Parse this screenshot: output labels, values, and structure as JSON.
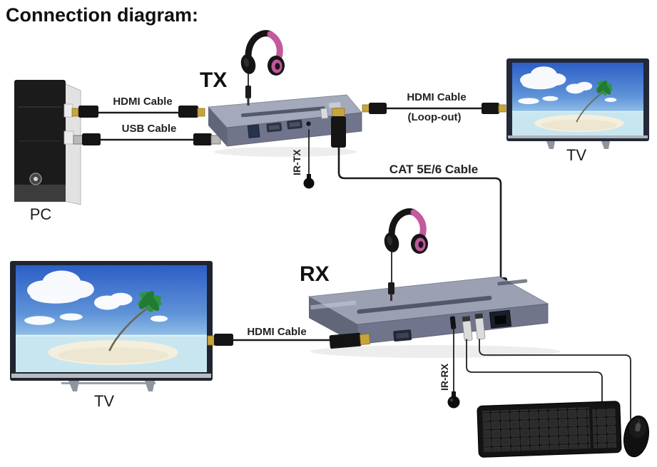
{
  "title": "Connection diagram:",
  "devices": {
    "pc": {
      "label": "PC"
    },
    "tx": {
      "label": "TX"
    },
    "rx": {
      "label": "RX"
    },
    "tv_right": {
      "label": "TV"
    },
    "tv_left": {
      "label": "TV"
    }
  },
  "cables": {
    "hdmi_pc_tx": {
      "label": "HDMI Cable"
    },
    "usb_pc_tx": {
      "label": "USB Cable"
    },
    "hdmi_loop_out": {
      "label": "HDMI Cable",
      "sublabel": "(Loop-out)"
    },
    "cat5e6": {
      "label": "CAT 5E/6 Cable"
    },
    "ir_tx": {
      "label": "IR-TX"
    },
    "ir_rx": {
      "label": "IR-RX"
    },
    "hdmi_tv_rx": {
      "label": "HDMI Cable"
    }
  },
  "colors": {
    "background": "#ffffff",
    "text": "#1c1c1c",
    "cable": "#1a1a1a",
    "extender_top": "#9ba1b3",
    "extender_front": "#70758c",
    "gold_connector": "#c9a43a",
    "headphone_pink": "#c25a9c",
    "sky_blue": "#2d5ec6",
    "palm_green": "#2f9440"
  }
}
